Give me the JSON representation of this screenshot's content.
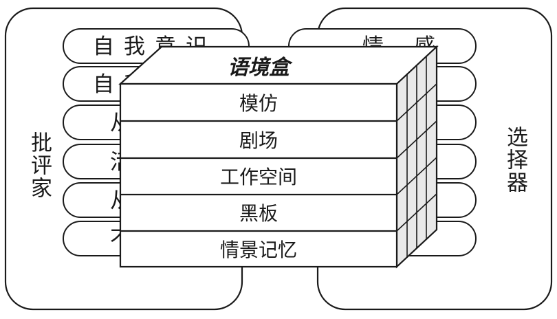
{
  "left_panel": {
    "label": "批评家",
    "rows": [
      "自我意识",
      "自我",
      "从",
      "活",
      "从",
      "不"
    ]
  },
  "right_panel": {
    "label": "选择器",
    "rows": [
      "情感",
      "",
      "",
      "",
      "",
      ""
    ]
  },
  "context_box": {
    "title": "语境盒",
    "layers": [
      "模仿",
      "剧场",
      "工作空间",
      "黑板",
      "情景记忆"
    ]
  }
}
